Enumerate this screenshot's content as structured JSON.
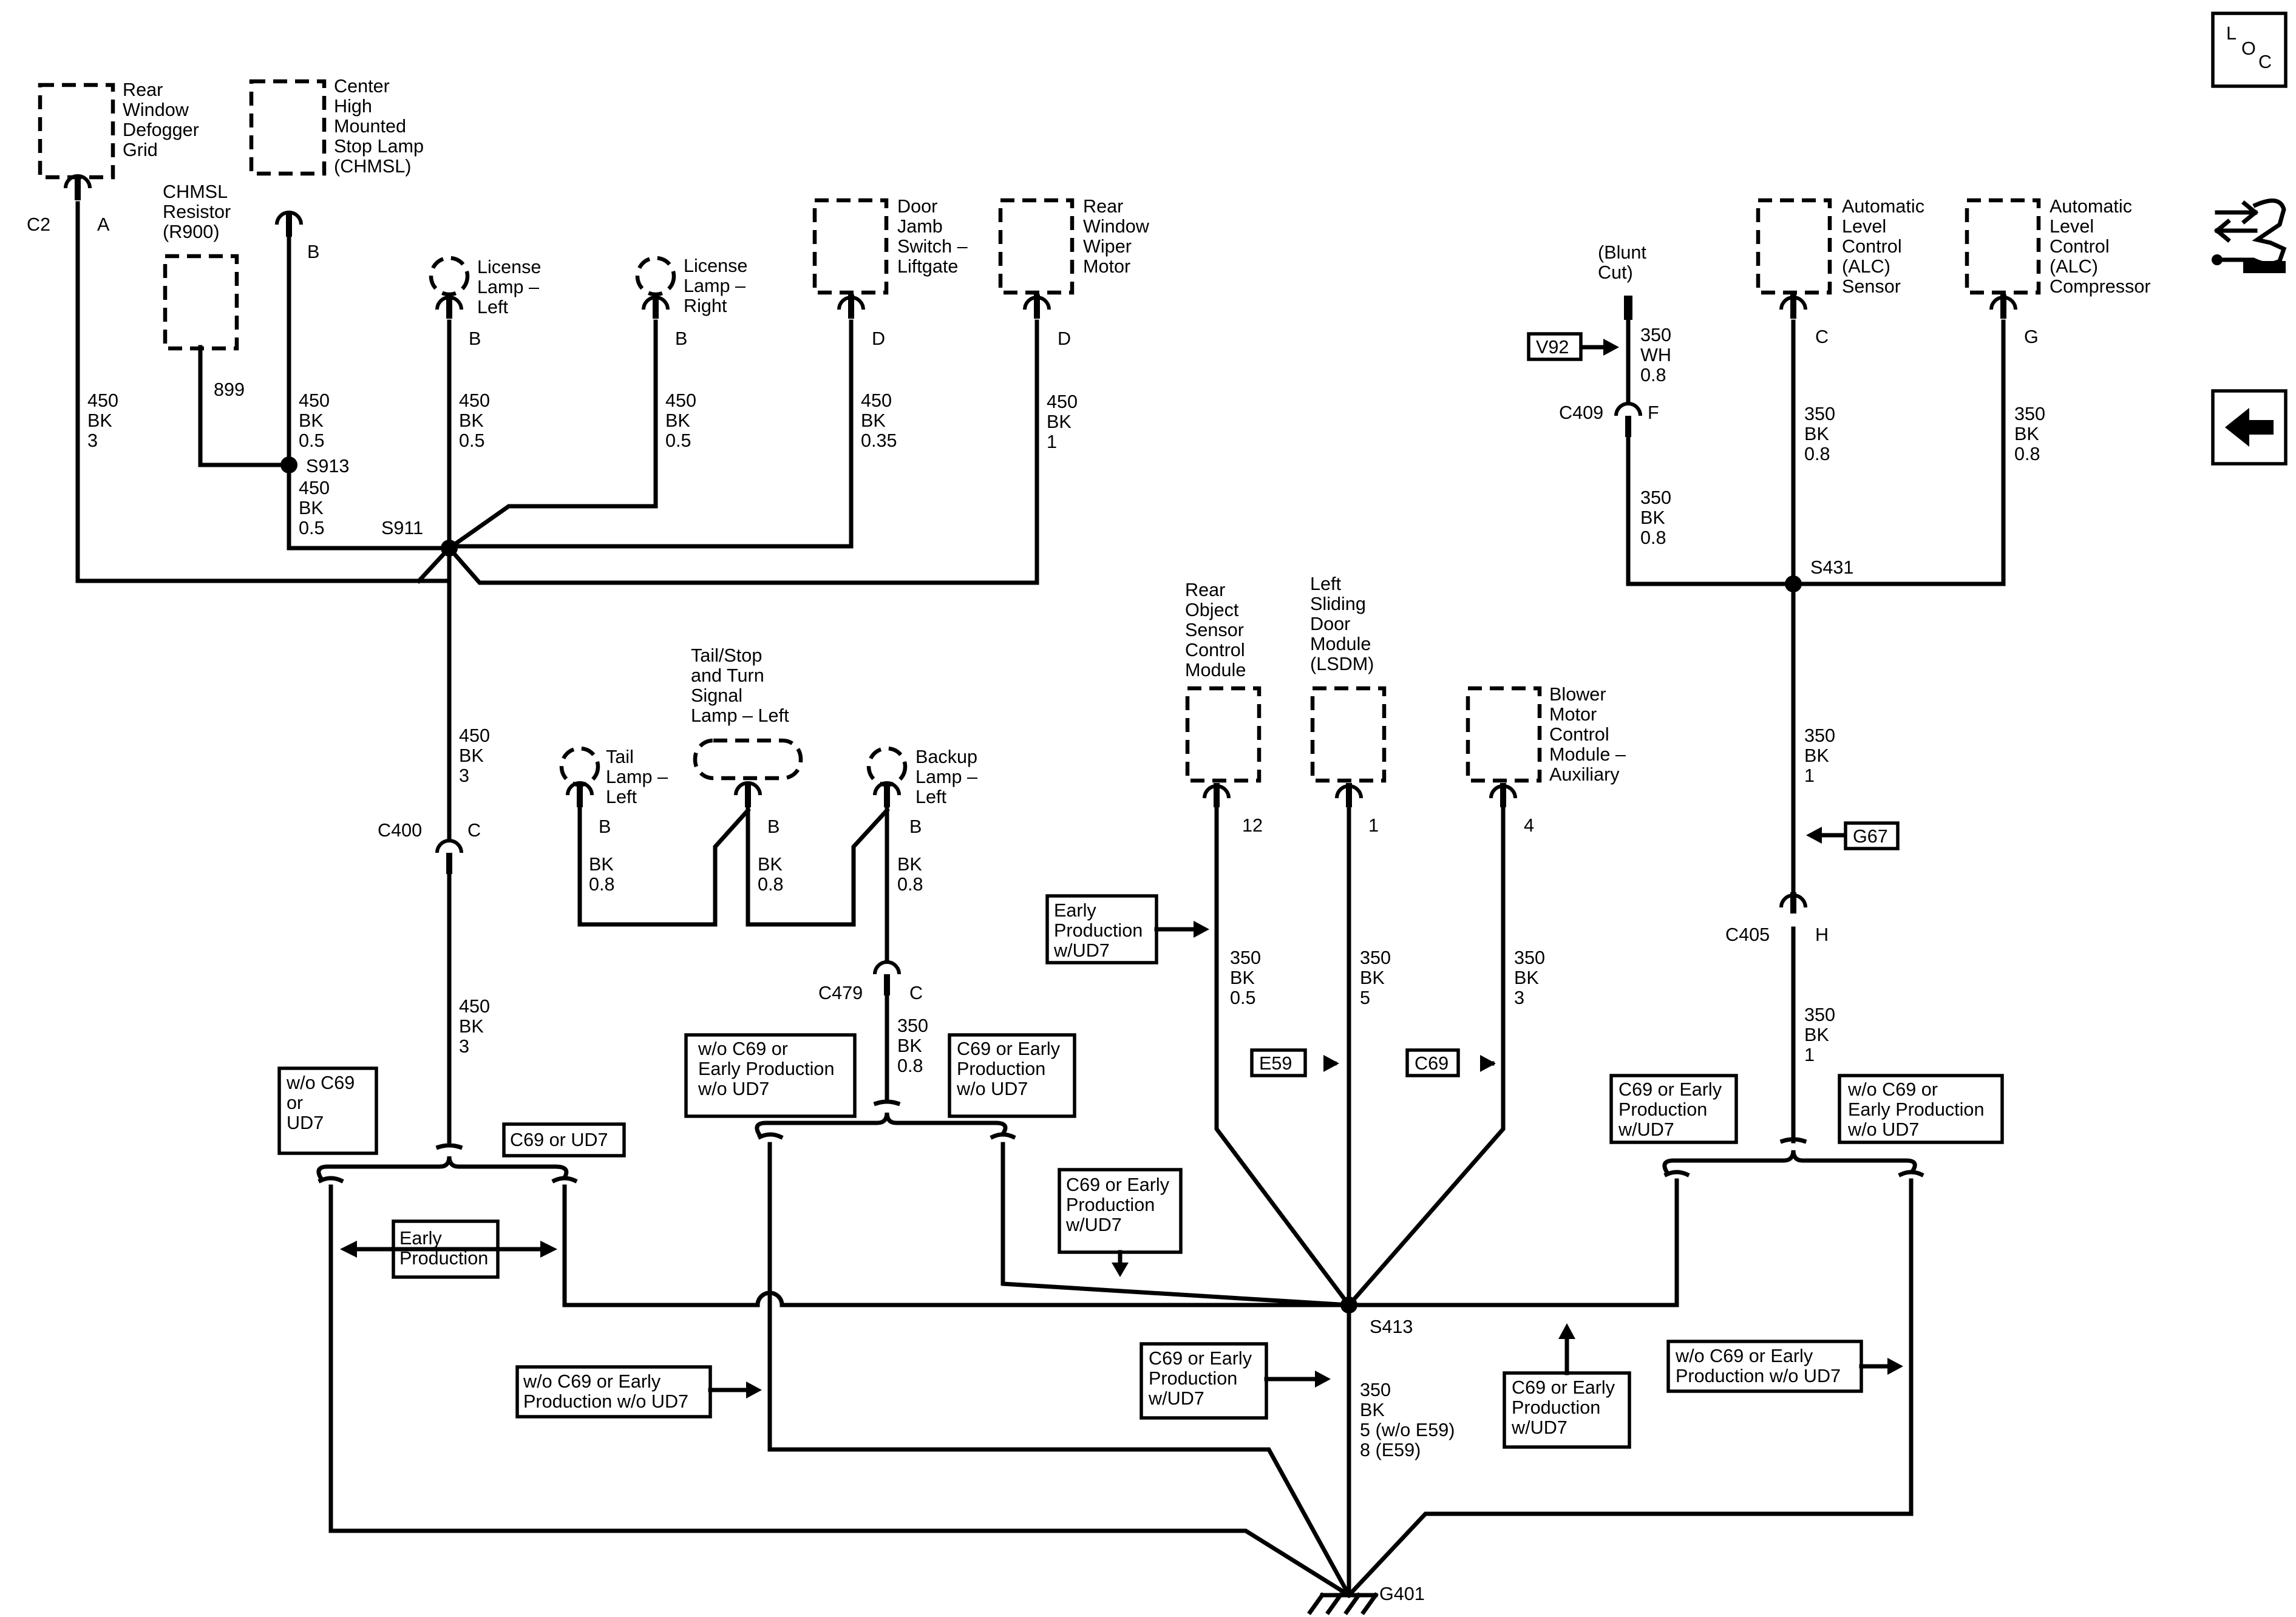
{
  "side_nav": {
    "loc_icon": "LOC-icon",
    "loc_l": "L",
    "loc_o": "O",
    "loc_c": "C",
    "connector_end_view_icon": "connector-end-view-icon",
    "back_icon": "back-arrow-icon"
  },
  "components": {
    "rear_defogger": [
      "Rear",
      "Window",
      "Defogger",
      "Grid"
    ],
    "chmsl": [
      "Center",
      "High",
      "Mounted",
      "Stop Lamp",
      "(CHMSL)"
    ],
    "chmsl_resistor": [
      "CHMSL",
      "Resistor",
      "(R900)"
    ],
    "license_left": [
      "License",
      "Lamp –",
      "Left"
    ],
    "license_right": [
      "License",
      "Lamp –",
      "Right"
    ],
    "door_jamb": [
      "Door",
      "Jamb",
      "Switch –",
      "Liftgate"
    ],
    "rear_wiper": [
      "Rear",
      "Window",
      "Wiper",
      "Motor"
    ],
    "blunt_cut": [
      "(Blunt",
      "Cut)"
    ],
    "alc_sensor": [
      "Automatic",
      "Level",
      "Control",
      "(ALC)",
      "Sensor"
    ],
    "alc_compressor": [
      "Automatic",
      "Level",
      "Control",
      "(ALC)",
      "Compressor"
    ],
    "tail_stop_turn": [
      "Tail/Stop",
      "and Turn",
      "Signal",
      "Lamp – Left"
    ],
    "tail_lamp_left": [
      "Tail",
      "Lamp –",
      "Left"
    ],
    "backup_lamp_left": [
      "Backup",
      "Lamp –",
      "Left"
    ],
    "rear_object": [
      "Rear",
      "Object",
      "Sensor",
      "Control",
      "Module"
    ],
    "lsdm": [
      "Left",
      "Sliding",
      "Door",
      "Module",
      "(LSDM)"
    ],
    "blower": [
      "Blower",
      "Motor",
      "Control",
      "Module –",
      "Auxiliary"
    ]
  },
  "pins": {
    "defogger": "A",
    "chmsl": "B",
    "lic_left": "B",
    "lic_right": "B",
    "door_jamb": "D",
    "wiper": "D",
    "blunt_c409": "F",
    "alc_sensor": "C",
    "alc_comp": "G",
    "c400": "C",
    "tail_lamp": "B",
    "tail_stop": "B",
    "backup": "B",
    "c479": "C",
    "rear_object": "12",
    "lsdm": "1",
    "blower": "4",
    "c405": "H"
  },
  "connectors": {
    "c2": "C2",
    "c400": "C400",
    "c479": "C479",
    "c409": "C409",
    "c405": "C405"
  },
  "splices": {
    "s913": "S913",
    "s911": "S911",
    "s431": "S431",
    "s413": "S413"
  },
  "ground": "G401",
  "wires": {
    "defogger": [
      "450",
      "BK",
      "3"
    ],
    "chmsl_resistor": "899",
    "chmsl_top": [
      "450",
      "BK",
      "0.5"
    ],
    "chmsl_bot": [
      "450",
      "BK",
      "0.5"
    ],
    "lic_left": [
      "450",
      "BK",
      "0.5"
    ],
    "lic_right": [
      "450",
      "BK",
      "0.5"
    ],
    "door_jamb": [
      "450",
      "BK",
      "0.35"
    ],
    "wiper": [
      "450",
      "BK",
      "1"
    ],
    "s911_down": [
      "450",
      "BK",
      "3"
    ],
    "c400_down": [
      "450",
      "BK",
      "3"
    ],
    "tail_lamp": [
      "BK",
      "0.8"
    ],
    "tail_stop": [
      "BK",
      "0.8"
    ],
    "backup": [
      "BK",
      "0.8"
    ],
    "c479_down": [
      "350",
      "BK",
      "0.8"
    ],
    "blunt_top": [
      "350",
      "WH",
      "0.8"
    ],
    "blunt_bot": [
      "350",
      "BK",
      "0.8"
    ],
    "alc_sensor": [
      "350",
      "BK",
      "0.8"
    ],
    "alc_comp": [
      "350",
      "BK",
      "0.8"
    ],
    "s431_down": [
      "350",
      "BK",
      "1"
    ],
    "c405_down": [
      "350",
      "BK",
      "1"
    ],
    "rear_object": [
      "350",
      "BK",
      "0.5"
    ],
    "lsdm": [
      "350",
      "BK",
      "5"
    ],
    "blower": [
      "350",
      "BK",
      "3"
    ],
    "s413_down": [
      "350",
      "BK",
      "5 (w/o E59)",
      "8 (E59)"
    ]
  },
  "option_refs": {
    "v92": "V92",
    "g67": "G67",
    "e59": "E59",
    "c69": "C69"
  },
  "option_boxes": {
    "left_wo": [
      "w/o C69",
      "or",
      "UD7"
    ],
    "left_with": [
      "C69 or UD7"
    ],
    "left_early": [
      "Early",
      "Production"
    ],
    "mid_wo": [
      "w/o C69 or",
      "Early Production",
      "w/o UD7"
    ],
    "mid_with": [
      "C69 or Early",
      "Production",
      "w/o UD7"
    ],
    "center_with": [
      "C69 or Early",
      "Production",
      "w/UD7"
    ],
    "early_ud7": [
      "Early",
      "Production",
      "w/UD7"
    ],
    "bottom_left_wo": [
      "w/o C69 or Early",
      "Production w/o UD7"
    ],
    "bottom_mid_with": [
      "C69 or Early",
      "Production",
      "w/UD7"
    ],
    "bottom_right_with": [
      "C69 or Early",
      "Production",
      "w/UD7"
    ],
    "bottom_right_wo": [
      "w/o C69 or Early",
      "Production w/o UD7"
    ],
    "right_with": [
      "C69 or Early",
      "Production",
      "w/UD7"
    ],
    "right_wo": [
      "w/o C69 or",
      "Early Production",
      "w/o UD7"
    ]
  }
}
